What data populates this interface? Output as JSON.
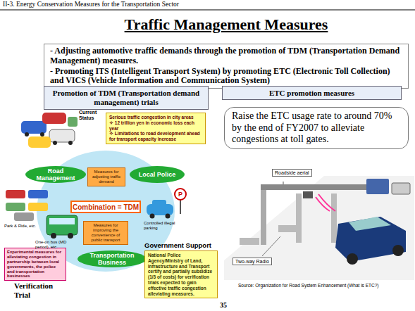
{
  "diagram": {
    "title": "Traffic Management Measures",
    "nodes": [
      {
        "text": [
          "- Adjusting automotive traffic demands through the promotion of TDM (Transportation Demand Management) measures.",
          "- Promoting ITS (Intelligent Transport System) by promoting ETC (Electronic Toll Collection) and VICS (Vehicle Information and Communication System)"
        ]
      },
      {
        "text": [
          "Promotion of TDM (Transportation demand management) trials"
        ]
      },
      {
        "text": [
          "ETC promotion measures"
        ]
      },
      {
        "text": [
          "Serious traffic congestion in city areas",
          "✧ 12 trillion yen in economic loss each year",
          "✧ Limitations to road development ahead for transport capacity increase"
        ]
      },
      {
        "text": [
          "Road Management"
        ]
      },
      {
        "text": [
          "Local Police"
        ]
      },
      {
        "text": [
          "Measures for adjusting traffic demand"
        ]
      },
      {
        "text": [
          "Combination = TDM"
        ]
      },
      {
        "text": [
          "Measures for improving the convenience of public transport"
        ]
      },
      {
        "text": [
          "Transportation Business"
        ]
      },
      {
        "text": [
          "Experimental measures for alleviating congestion in partnership between local governments, the police and transportation businesses"
        ]
      },
      {
        "text": [
          "Government Support",
          "National Police Agency/Ministry of Land, Infrastructure and Transport certify and partially subsidize (1/3 of costs) for verification trials expected to gain effective traffic congestion alleviating measures."
        ]
      },
      {
        "text": [
          "Raise the ETC usage rate to around 70% by the end of FY2007 to alleviate congestions at toll gates."
        ]
      }
    ],
    "labels": [
      "II-3. Energy Conservation Measures for the Transportation Sector",
      "Current Status",
      "Park & Ride, etc.",
      "One-on bus (MD period), etc.",
      "Controlled illegal parking",
      "P",
      "Verification Trial",
      "Roadside aerial",
      "Two-way Radio",
      "Source: Organization for Road System Enhancement (What is ETC?)",
      "35"
    ]
  }
}
